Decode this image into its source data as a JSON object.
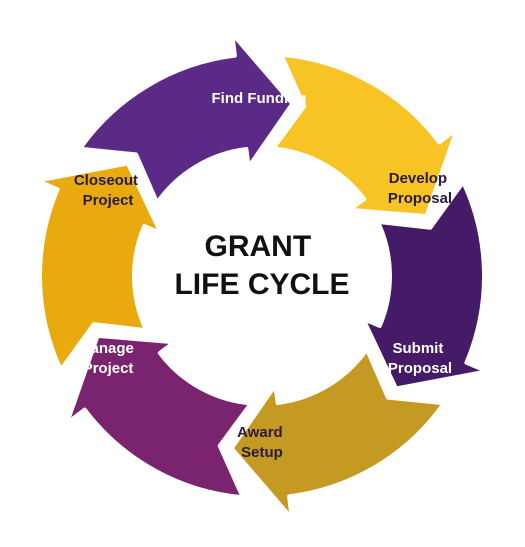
{
  "diagram": {
    "center_title": {
      "line1": "GRANT",
      "line2": "LIFE CYCLE"
    },
    "steps": [
      {
        "id": "find-funding",
        "line1": "Find Funding",
        "line2": "",
        "color": "#5b2a86",
        "text_color": "#ffffff"
      },
      {
        "id": "develop-proposal",
        "line1": "Develop",
        "line2": "Proposal",
        "color": "#f7c325",
        "text_color": "#2b1a3d"
      },
      {
        "id": "submit-proposal",
        "line1": "Submit",
        "line2": "Proposal",
        "color": "#451a66",
        "text_color": "#ffffff"
      },
      {
        "id": "award-setup",
        "line1": "Award",
        "line2": "Setup",
        "color": "#c59a22",
        "text_color": "#2b1a3d"
      },
      {
        "id": "manage-project",
        "line1": "Manage",
        "line2": "Project",
        "color": "#7a246f",
        "text_color": "#ffffff"
      },
      {
        "id": "closeout-project",
        "line1": "Closeout",
        "line2": "Project",
        "color": "#e8aa0e",
        "text_color": "#2b1a3d"
      }
    ]
  }
}
